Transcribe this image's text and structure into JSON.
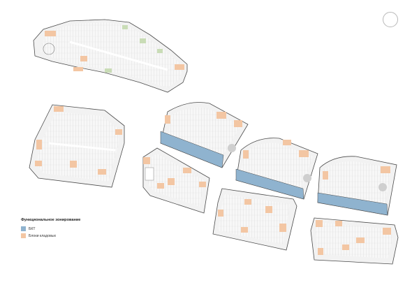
{
  "legend": {
    "title": "Функциональное зонирование",
    "items": [
      {
        "key": "bkt",
        "label": "БКТ",
        "color": "#8fb3cf"
      },
      {
        "key": "storage",
        "label": "Блоки кладовых",
        "color": "#f3c6a3"
      }
    ]
  },
  "colors": {
    "floor": "#f3f3f3",
    "outline": "#4a4a4a",
    "stall": "#cfcfcf",
    "bkt": "#8fb3cf",
    "storage": "#f3c6a3",
    "green": "#c9dcb6"
  },
  "icons": {
    "north": "north-arrow-icon"
  }
}
